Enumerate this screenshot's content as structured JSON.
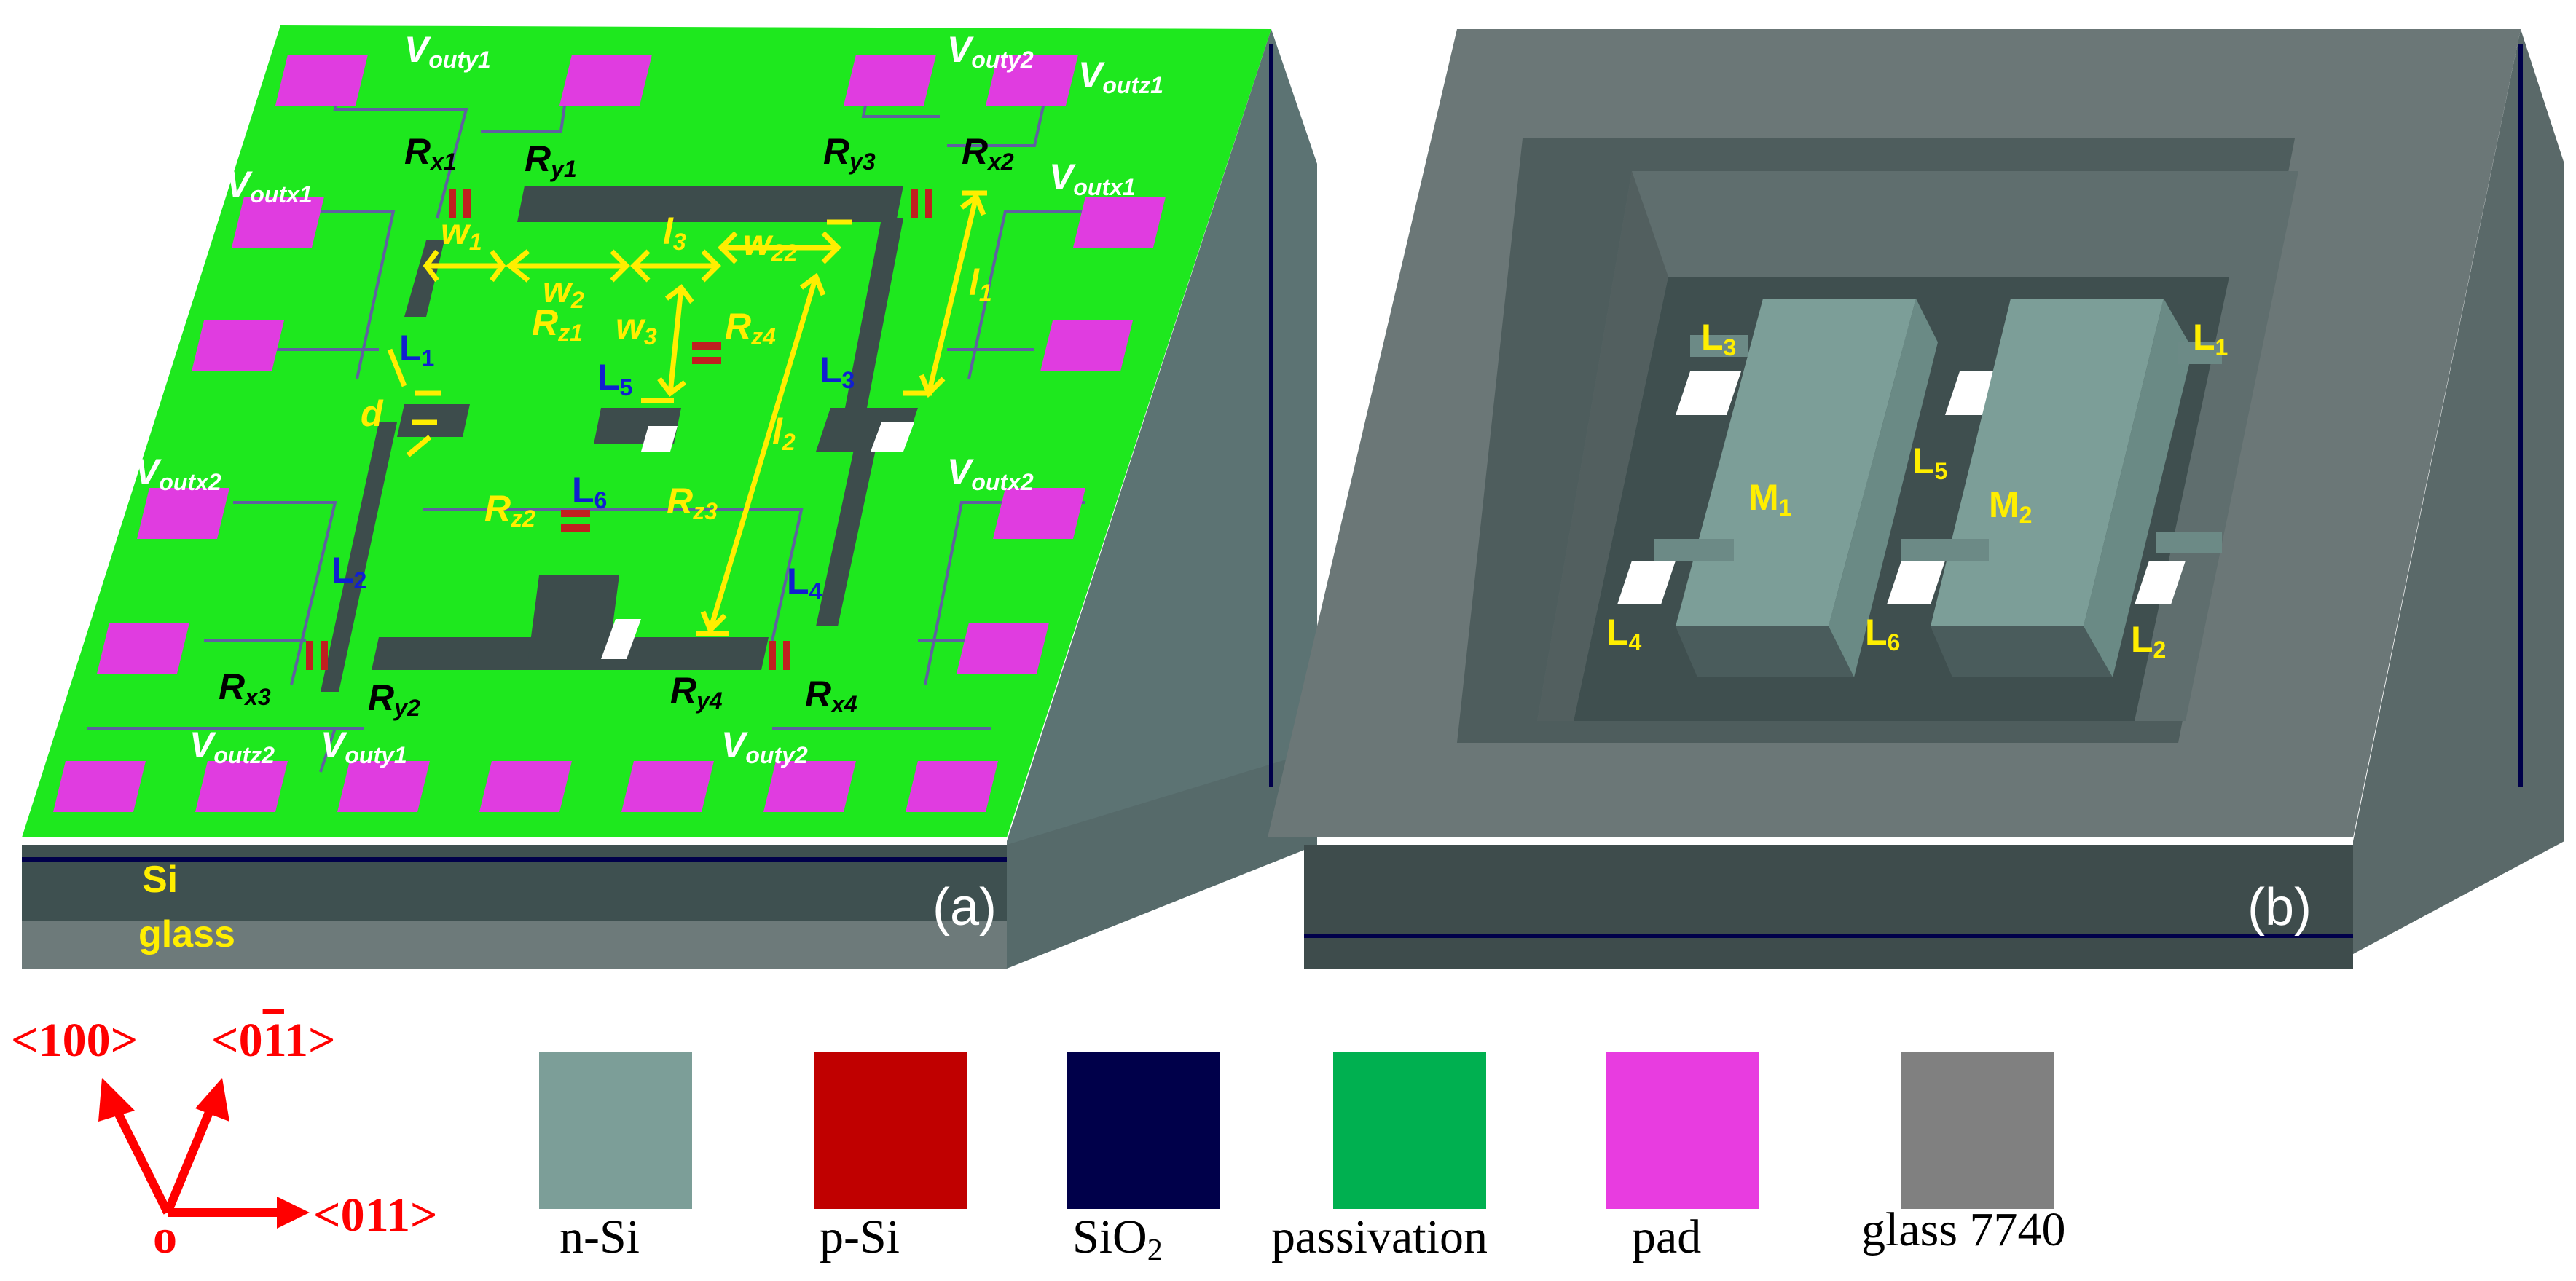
{
  "panel_a": {
    "tag": "(a)",
    "layers": {
      "top": "Si",
      "bottom": "glass"
    },
    "outputs": {
      "vouty1_top": {
        "base": "V",
        "sub": "outy1"
      },
      "vouty2_top": {
        "base": "V",
        "sub": "outy2"
      },
      "voutz1": {
        "base": "V",
        "sub": "outz1"
      },
      "voutx1_left": {
        "base": "V",
        "sub": "outx1"
      },
      "voutx1_right": {
        "base": "V",
        "sub": "outx1"
      },
      "voutx2_left": {
        "base": "V",
        "sub": "outx2"
      },
      "voutx2_right": {
        "base": "V",
        "sub": "outx2"
      },
      "voutz2": {
        "base": "V",
        "sub": "outz2"
      },
      "vouty1_bottom": {
        "base": "V",
        "sub": "outy1"
      },
      "vouty2_bottom": {
        "base": "V",
        "sub": "outy2"
      }
    },
    "resistors": {
      "rx1": {
        "base": "R",
        "sub": "x1"
      },
      "ry1": {
        "base": "R",
        "sub": "y1"
      },
      "ry3": {
        "base": "R",
        "sub": "y3"
      },
      "rx2": {
        "base": "R",
        "sub": "x2"
      },
      "rx3": {
        "base": "R",
        "sub": "x3"
      },
      "ry2": {
        "base": "R",
        "sub": "y2"
      },
      "ry4": {
        "base": "R",
        "sub": "y4"
      },
      "rx4": {
        "base": "R",
        "sub": "x4"
      },
      "rz1": {
        "base": "R",
        "sub": "z1"
      },
      "rz2": {
        "base": "R",
        "sub": "z2"
      },
      "rz3": {
        "base": "R",
        "sub": "z3"
      },
      "rz4": {
        "base": "R",
        "sub": "z4"
      }
    },
    "dimensions": {
      "w1": {
        "base": "w",
        "sub": "1"
      },
      "w2": {
        "base": "w",
        "sub": "2"
      },
      "w3": {
        "base": "w",
        "sub": "3"
      },
      "w22": {
        "base": "w",
        "sub": "22"
      },
      "l1": {
        "base": "l",
        "sub": "1"
      },
      "l2": {
        "base": "l",
        "sub": "2"
      },
      "l3": {
        "base": "l",
        "sub": "3"
      },
      "d": {
        "base": "d",
        "sub": ""
      }
    },
    "beams": {
      "L1": {
        "base": "L",
        "sub": "1"
      },
      "L2": {
        "base": "L",
        "sub": "2"
      },
      "L3": {
        "base": "L",
        "sub": "3"
      },
      "L4": {
        "base": "L",
        "sub": "4"
      },
      "L5": {
        "base": "L",
        "sub": "5"
      },
      "L6": {
        "base": "L",
        "sub": "6"
      }
    }
  },
  "panel_b": {
    "tag": "(b)",
    "beams": {
      "L1": {
        "base": "L",
        "sub": "1"
      },
      "L2": {
        "base": "L",
        "sub": "2"
      },
      "L3": {
        "base": "L",
        "sub": "3"
      },
      "L4": {
        "base": "L",
        "sub": "4"
      },
      "L5": {
        "base": "L",
        "sub": "5"
      },
      "L6": {
        "base": "L",
        "sub": "6"
      }
    },
    "masses": {
      "M1": {
        "base": "M",
        "sub": "1"
      },
      "M2": {
        "base": "M",
        "sub": "2"
      }
    }
  },
  "axes": {
    "origin": "o",
    "dir_100": "<100>",
    "dir_011": "<011>",
    "dir_0bar11": {
      "pre": "<0",
      "bar": "1",
      "post": "1>"
    }
  },
  "legend": [
    {
      "label": "n-Si",
      "color": "#7c9e98"
    },
    {
      "label": "p-Si",
      "color": "#c00000"
    },
    {
      "label": "SiO",
      "label_sub": "2",
      "color": "#00004a"
    },
    {
      "label": "passivation",
      "color": "#00b050"
    },
    {
      "label": "pad",
      "color": "#e83ce0"
    },
    {
      "label": "glass 7740",
      "color": "#808080"
    }
  ],
  "colors": {
    "passivation_surface": "#1ee81e",
    "pad": "#e03ce0",
    "annotation": "#ffee00",
    "beam_label": "#1020d0",
    "axis": "#ff0000"
  }
}
